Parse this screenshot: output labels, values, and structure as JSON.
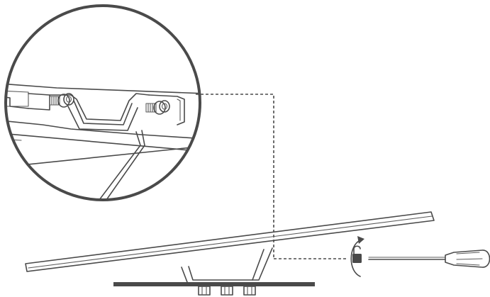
{
  "diagram": {
    "kind": "assembly-instruction-illustration",
    "step": "loosen-mount-screws",
    "icons": {
      "magnifier": "detail-magnifier-circle",
      "action": "rotate-unlock-icon",
      "tool": "screwdriver-icon"
    },
    "colors": {
      "line": "#4a4a4a",
      "base_plate": "#4f4f4f",
      "background": "#ffffff"
    }
  }
}
